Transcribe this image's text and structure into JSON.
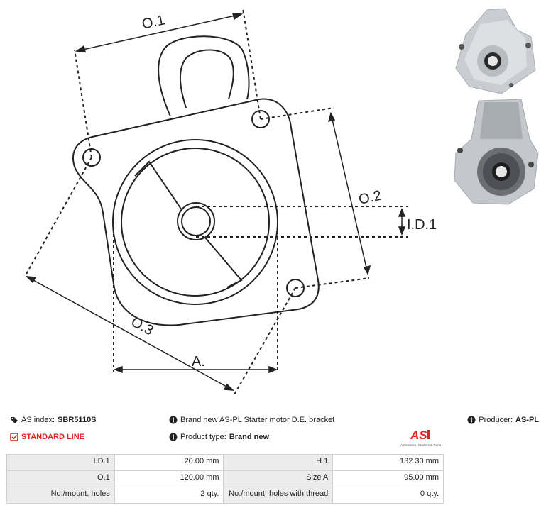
{
  "drawing": {
    "labels": {
      "o1": "O.1",
      "o2": "O.2",
      "o3": "O.3",
      "id1": "I.D.1",
      "a": "A."
    }
  },
  "info": {
    "as_index_label": "AS index:",
    "as_index_value": "SBR5110S",
    "description": "Brand new AS-PL Starter motor D.E. bracket",
    "producer_label": "Producer:",
    "producer_value": "AS-PL",
    "line_label": "STANDARD LINE",
    "product_type_label": "Product type:",
    "product_type_value": "Brand new",
    "brand_logo_text": "AS",
    "brand_logo_tagline": "Alternators, Starters & Parts"
  },
  "specs": {
    "rows": [
      [
        "I.D.1",
        "20.00 mm",
        "H.1",
        "132.30 mm"
      ],
      [
        "O.1",
        "120.00 mm",
        "Size A",
        "95.00 mm"
      ],
      [
        "No./mount. holes",
        "2 qty.",
        "No./mount. holes with thread",
        "0 qty."
      ]
    ]
  },
  "colors": {
    "accent": "#e2231a",
    "label_bg": "#ececec",
    "border": "#d0d0d0"
  },
  "icons": {
    "tag": "tags-icon",
    "info": "info-circle-icon",
    "check": "check-square-icon"
  }
}
